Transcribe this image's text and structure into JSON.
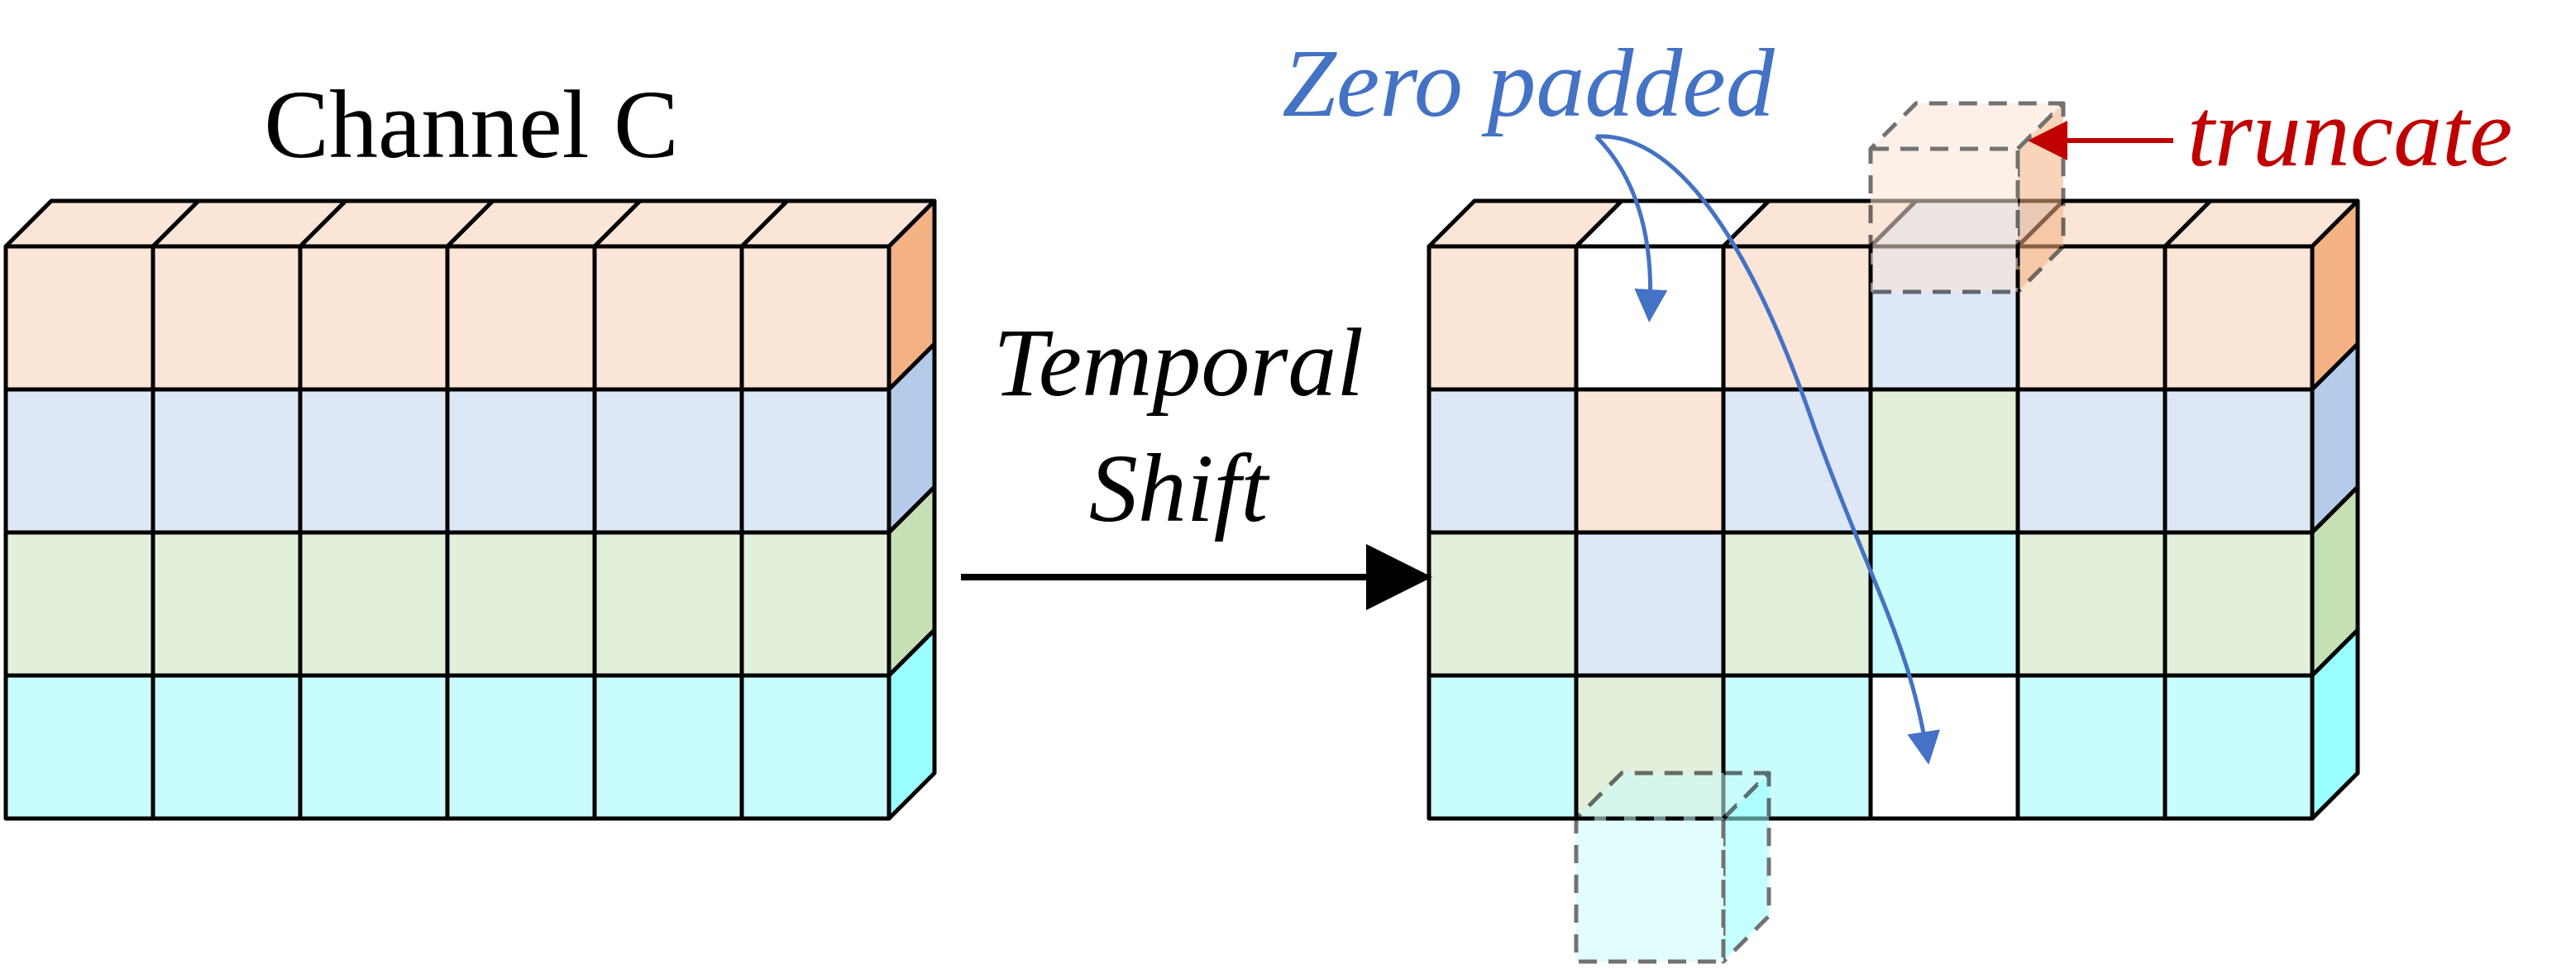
{
  "labels": {
    "channel": "Channel C",
    "temporal_line1": "Temporal",
    "temporal_line2": "Shift",
    "zero_padded": "Zero padded",
    "truncate": "truncate"
  },
  "colors": {
    "stroke": "#000000",
    "zero_padded_text": "#4472c4",
    "arrow_blue": "#4472c4",
    "truncate_text": "#c00000",
    "rows": [
      {
        "name": "orange",
        "front": "#fbe5d6",
        "side": "#f4b183"
      },
      {
        "name": "blue",
        "front": "#dee7f5",
        "side": "#b4cce9"
      },
      {
        "name": "green",
        "front": "#e2efda",
        "side": "#c5e0b4"
      },
      {
        "name": "cyan",
        "front": "#c9fdfd",
        "side": "#99ffff"
      }
    ],
    "zero_cell": "#ffffff"
  },
  "left_block": {
    "cols": 6,
    "rows": 4,
    "grid": [
      [
        0,
        0,
        0,
        0,
        0,
        0
      ],
      [
        1,
        1,
        1,
        1,
        1,
        1
      ],
      [
        2,
        2,
        2,
        2,
        2,
        2
      ],
      [
        3,
        3,
        3,
        3,
        3,
        3
      ]
    ]
  },
  "right_block": {
    "cols": 6,
    "rows": 4,
    "grid": [
      [
        0,
        "z",
        0,
        1,
        0,
        0
      ],
      [
        1,
        0,
        1,
        2,
        1,
        1
      ],
      [
        2,
        1,
        2,
        3,
        2,
        2
      ],
      [
        3,
        2,
        3,
        "z",
        3,
        3
      ]
    ],
    "truncated_cells": [
      {
        "row_color": 0,
        "col": 3,
        "position": "top"
      },
      {
        "row_color": 3,
        "col": 1,
        "position": "bottom"
      }
    ]
  }
}
